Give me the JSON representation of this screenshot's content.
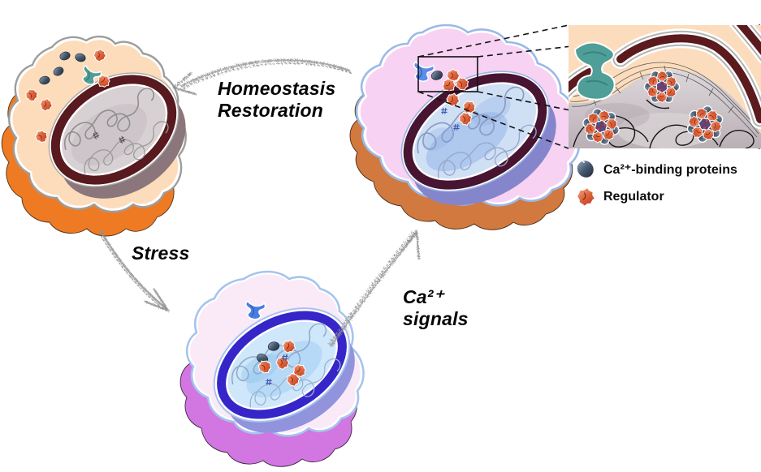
{
  "figure": {
    "type": "cell-stress-calcium-signaling-cycle",
    "background": "#ffffff",
    "flow_labels": {
      "homeostasis_line1": "Homeostasis",
      "homeostasis_line2": "Restoration",
      "stress": "Stress",
      "ca_signals_line1": "Ca²⁺",
      "ca_signals_line2": "signals"
    },
    "legend": {
      "items": [
        {
          "icon": "ca-binding-protein-icon",
          "label": "Ca²⁺-binding proteins",
          "color": "#35465c"
        },
        {
          "icon": "regulator-icon",
          "label": "Regulator",
          "color": "#cc4727"
        }
      ]
    },
    "colors": {
      "restored_cell_surface": "#fcdcbb",
      "restored_cell_side": "#ee7b24",
      "signaling_cell_surface": "#f8d2f3",
      "signaling_cell_side": "#d2793f",
      "stressed_cell_surface": "#faeaf8",
      "stressed_cell_side": "#d277e2",
      "nuclear_envelope_maroon": "#571a1e",
      "nuclear_envelope_indigo": "#3626c9",
      "nuclear_pore_teal": "#4f9e98",
      "nuclear_pore_blue": "#5b8ee8",
      "inset_background": "#fbdcbc",
      "sketch_arrow_gray": "#8f8f8f"
    }
  }
}
